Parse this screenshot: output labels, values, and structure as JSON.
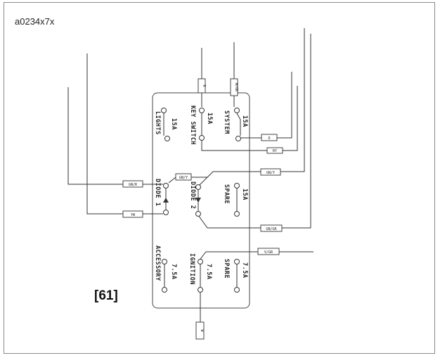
{
  "figure": {
    "id_text": "a0234x7x",
    "number_text": "[61]"
  },
  "fuses": [
    {
      "name": "LIGHTS",
      "rating": "15A"
    },
    {
      "name": "KEY SWITCH",
      "rating": "15A"
    },
    {
      "name": "SYSTEM",
      "rating": "15A"
    },
    {
      "name": "DIODE 1",
      "rating": ""
    },
    {
      "name": "DIODE 2",
      "rating": ""
    },
    {
      "name": "SPARE",
      "rating": "15A"
    },
    {
      "name": "ACCESSORY",
      "rating": "7.5A"
    },
    {
      "name": "IGNITION",
      "rating": "7.5A"
    },
    {
      "name": "SPARE",
      "rating": "7.5A"
    }
  ],
  "wire_tags": {
    "top_left": "R",
    "top_right": "W/GR",
    "system_out": "O",
    "key_out": "RY",
    "diode_left": "GN/R",
    "diode_link": "GN/Y",
    "diode_right": "GN/Y",
    "diode1_low": "YW",
    "diode2_low": "GN/GR",
    "ignition_out": "V/GR",
    "bottom": "W"
  }
}
